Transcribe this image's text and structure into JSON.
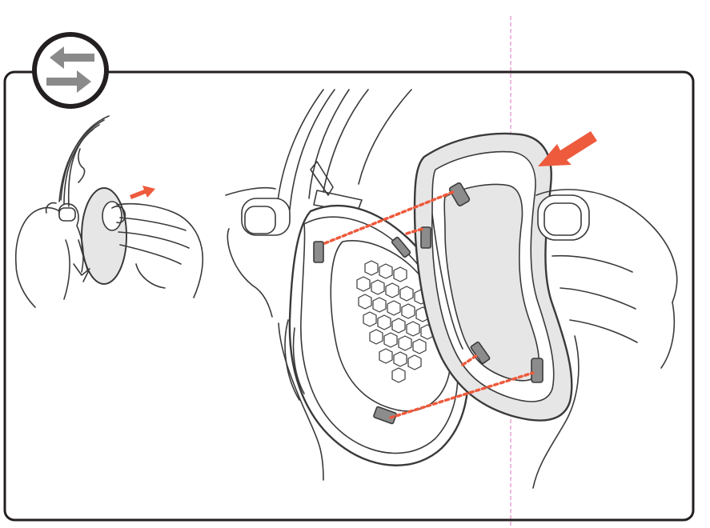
{
  "diagram": {
    "mode_badge": {
      "icon": "swap-arrows-icon"
    },
    "colors": {
      "outline": "#231f20",
      "sketch": "#3a3a3a",
      "arrow_accent": "#ee5a3c",
      "badge_arrow": "#8a8a8a",
      "cushion_fill": "#e6e6e6",
      "clip_fill": "#8c8c8c",
      "guide_line": "#e070c0"
    },
    "steps": [
      {
        "id": "overview",
        "illustration": "hands-holding-headset-ear-cushion",
        "arrow": "direction-arrow-right"
      },
      {
        "id": "detail",
        "illustration": "attach-ear-cushion-to-earcup",
        "arrow": "direction-arrow-down-left",
        "alignment": "dotted-clip-alignment-lines"
      }
    ]
  }
}
